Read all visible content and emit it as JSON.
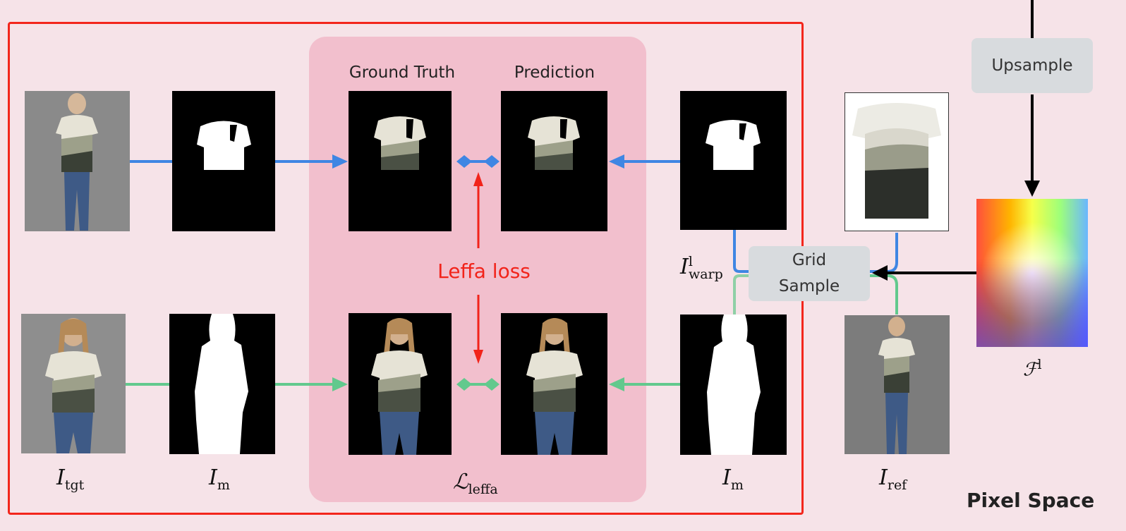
{
  "headers": {
    "ground_truth": "Ground Truth",
    "prediction": "Prediction"
  },
  "boxes": {
    "upsample": "Upsample",
    "grid_sample": "Grid\nSample"
  },
  "loss_label": "Leffa loss",
  "math": {
    "i_tgt": {
      "base": "I",
      "sub": "tgt"
    },
    "i_m_left": {
      "base": "I",
      "sub": "m"
    },
    "l_leffa": {
      "base": "ℒ",
      "sub": "leffa"
    },
    "i_m_right": {
      "base": "I",
      "sub": "m"
    },
    "i_ref": {
      "base": "I",
      "sub": "ref"
    },
    "i_warp": {
      "base": "I",
      "sub": "warp",
      "sup": "l"
    },
    "f_l": {
      "base": "ℱ",
      "sup": "l"
    }
  },
  "section_title": "Pixel Space",
  "colors": {
    "blue": "#3f86e3",
    "green": "#62c98d",
    "red": "#f2231a",
    "frame": "#f3261c",
    "panel": "#f2bfcd",
    "background": "#f6e3e8"
  }
}
